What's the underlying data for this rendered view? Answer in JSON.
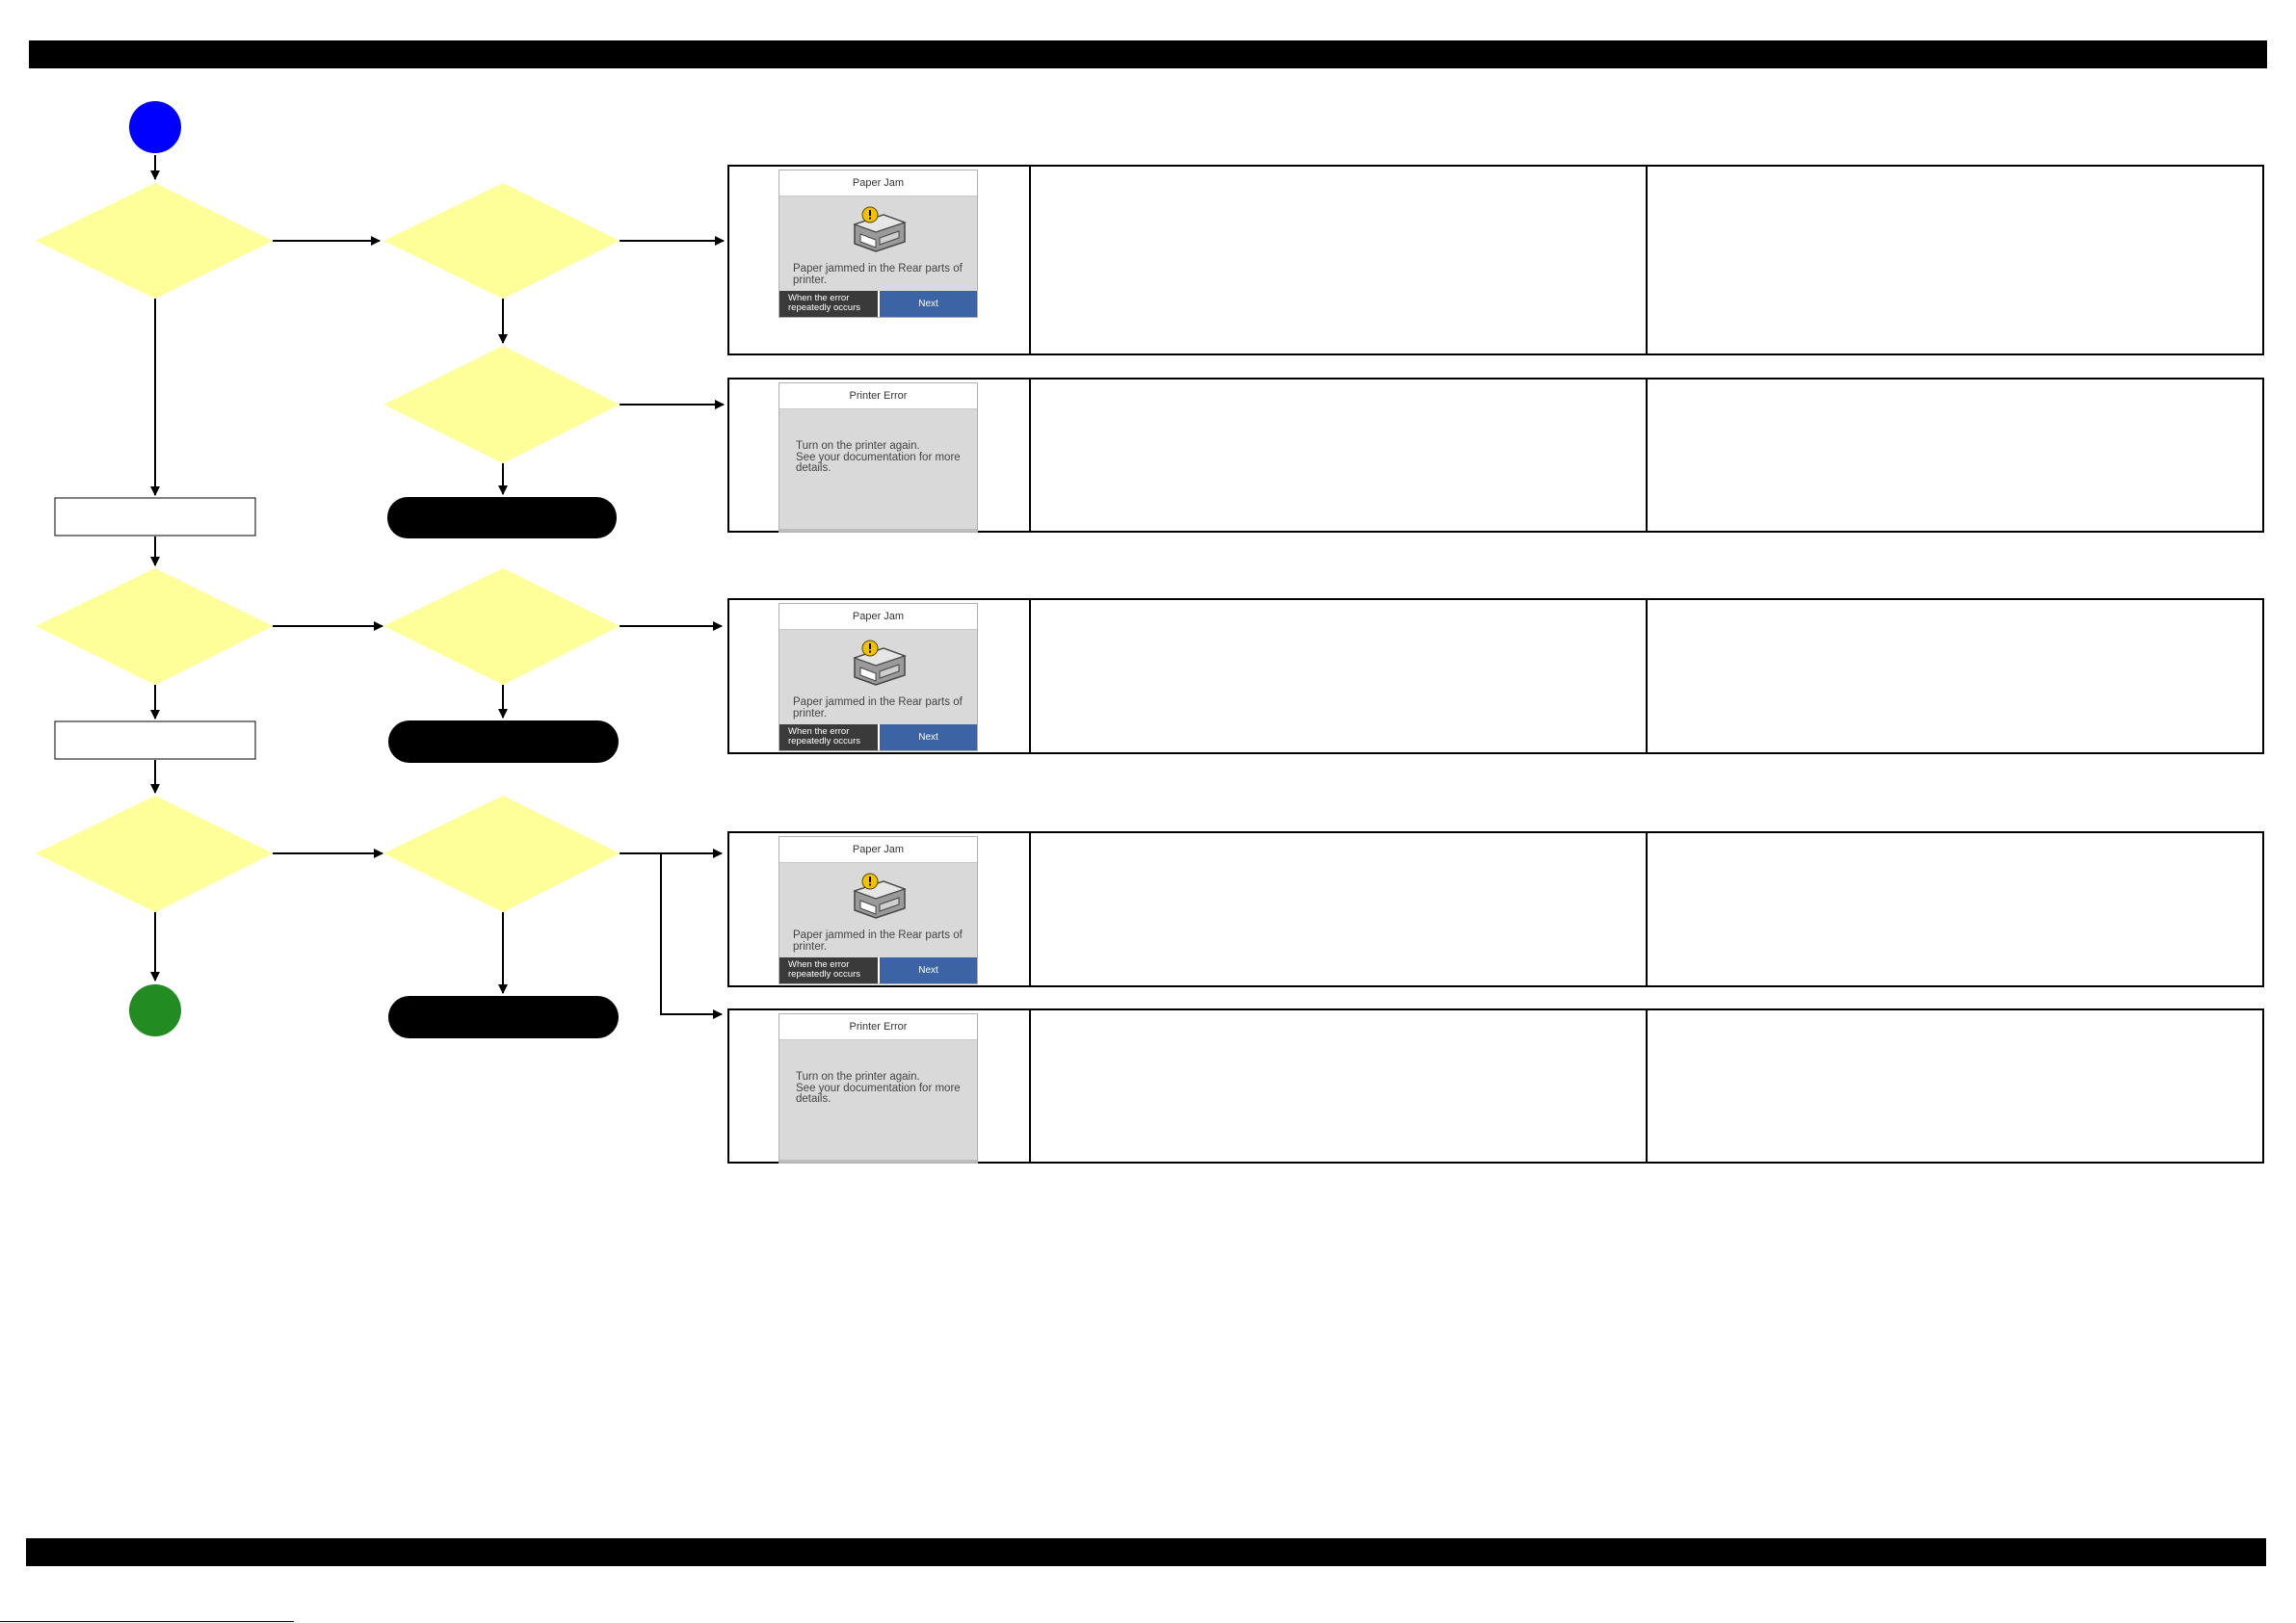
{
  "colors": {
    "start": "#0000ff",
    "end": "#228b22",
    "decision": "#ffff99",
    "terminal": "#000000"
  },
  "panels": {
    "paper_jam": {
      "title": "Paper Jam",
      "message": "Paper jammed in the Rear parts of printer.",
      "button_help": "When the error repeatedly occurs",
      "button_next": "Next",
      "icon": "printer-warning-icon"
    },
    "printer_error": {
      "title": "Printer Error",
      "line1": "Turn on the printer again.",
      "line2": "See your documentation for more details."
    }
  }
}
